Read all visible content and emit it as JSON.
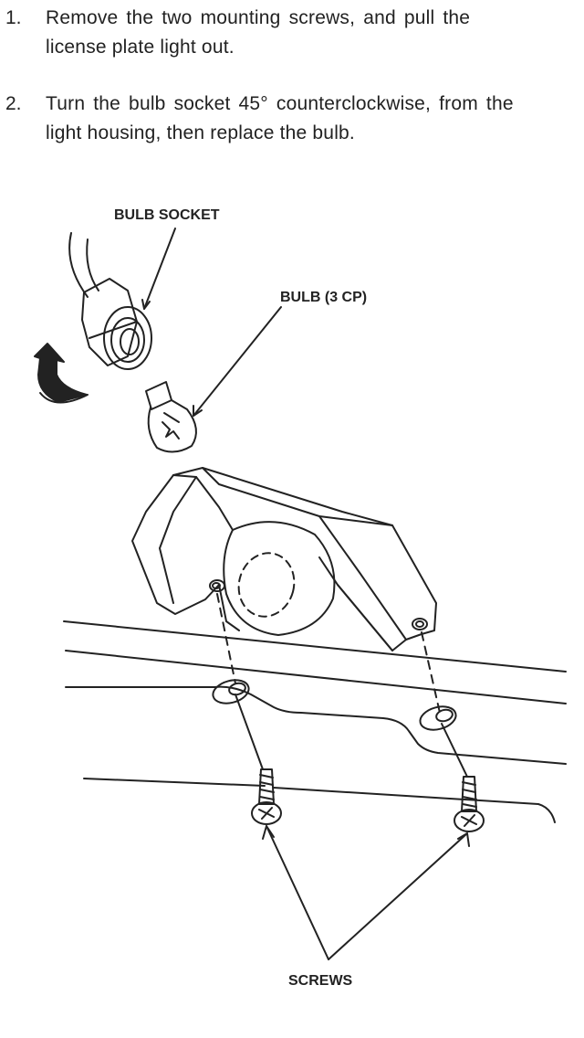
{
  "steps": [
    {
      "number": "1.",
      "line1": "Remove the two mounting screws, and pull the",
      "line2": "license plate light out."
    },
    {
      "number": "2.",
      "line1": "Turn the bulb socket 45° counterclockwise, from the",
      "line2": "light housing, then replace the bulb."
    }
  ],
  "labels": {
    "bulb_socket": "BULB SOCKET",
    "bulb": "BULB (3 CP)",
    "screws": "SCREWS"
  }
}
